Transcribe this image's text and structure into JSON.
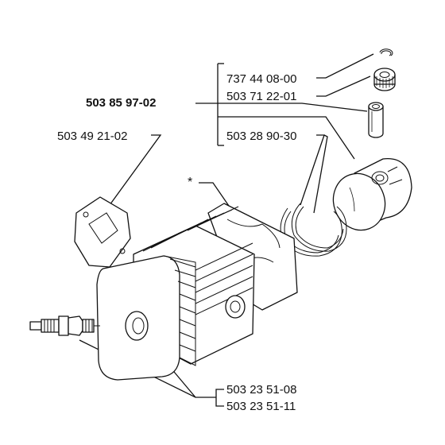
{
  "labels": {
    "circlip": "737 44 08-00",
    "needle_bearing": "503 71 22-01",
    "kit": "503 85 97-02",
    "gasket": "503 49 21-02",
    "piston_rings": "503 28 90-30",
    "spark_plug_a": "503 23 51-08",
    "spark_plug_b": "503 23 51-11",
    "asterisk": "*"
  }
}
